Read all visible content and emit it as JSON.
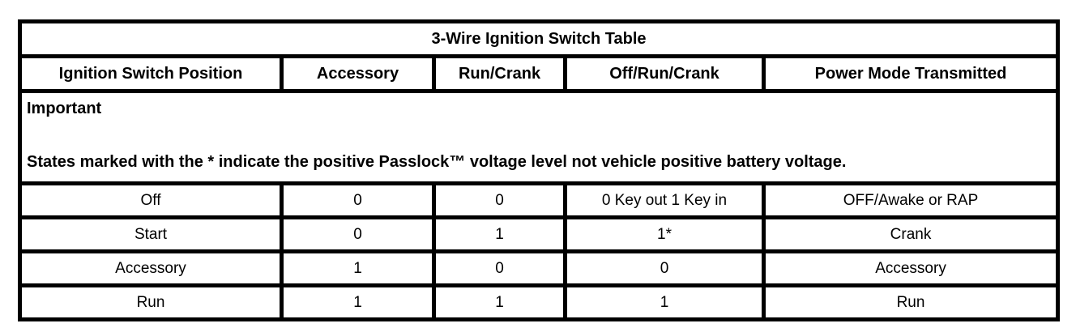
{
  "table": {
    "title": "3-Wire Ignition Switch Table",
    "columns": [
      "Ignition Switch Position",
      "Accessory",
      "Run/Crank",
      "Off/Run/Crank",
      "Power Mode Transmitted"
    ],
    "note": {
      "heading": "Important",
      "body": "States marked with the * indicate the positive Passlock™ voltage level not vehicle positive battery voltage."
    },
    "rows": [
      [
        "Off",
        "0",
        "0",
        "0 Key out 1 Key in",
        "OFF/Awake or RAP"
      ],
      [
        "Start",
        "0",
        "1",
        "1*",
        "Crank"
      ],
      [
        "Accessory",
        "1",
        "0",
        "0",
        "Accessory"
      ],
      [
        "Run",
        "1",
        "1",
        "1",
        "Run"
      ]
    ],
    "colors": {
      "border": "#000000",
      "background": "#ffffff",
      "text": "#000000"
    }
  }
}
